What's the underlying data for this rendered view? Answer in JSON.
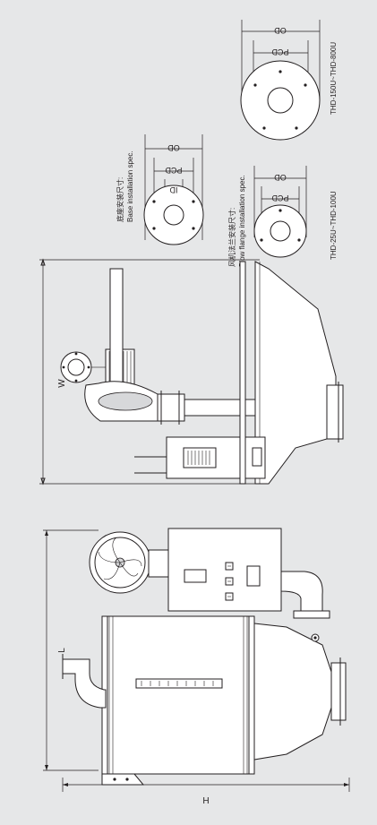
{
  "flange_details": {
    "base_caption_cn": "底座安装尺寸:",
    "base_caption_en": "Base installation spec.",
    "blow_caption_cn": "风机法兰安装尺寸:",
    "blow_caption_en": "Blow flange installation spec.",
    "model_small": "THD-25U~THD-100U",
    "model_large": "THD-150U~THD-800U",
    "od_label": "OD",
    "pcd_label": "PCD",
    "id_label": "ID"
  },
  "side_view": {
    "w_label": "W"
  },
  "front_view": {
    "l_label": "L",
    "h_label": "H"
  }
}
